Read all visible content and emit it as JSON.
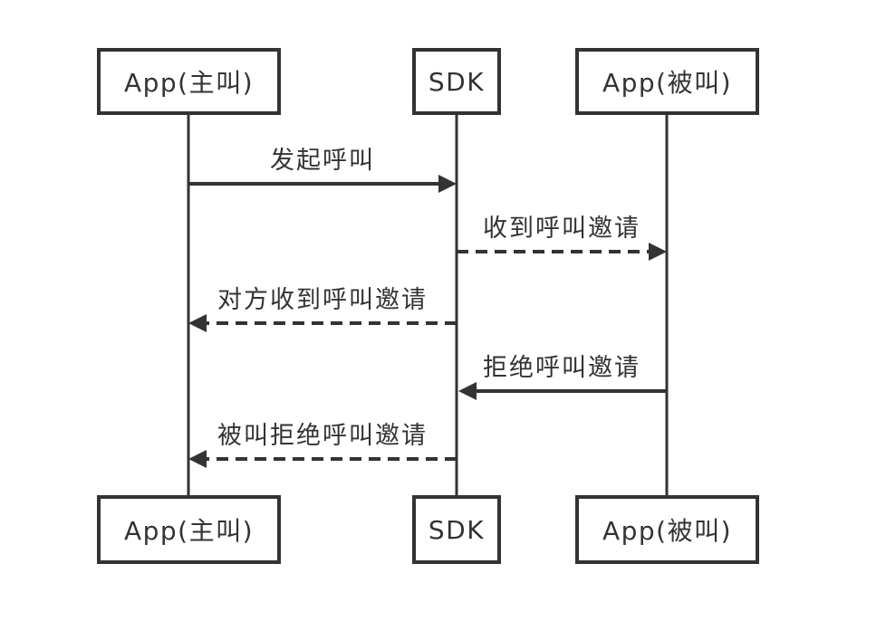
{
  "diagram": {
    "type": "sequence-diagram",
    "background": "#ffffff",
    "line_color": "#333333",
    "participants": [
      {
        "id": "caller",
        "label": "App(主叫)"
      },
      {
        "id": "sdk",
        "label": "SDK"
      },
      {
        "id": "callee",
        "label": "App(被叫)"
      }
    ],
    "messages": [
      {
        "label": "发起呼叫",
        "from": "caller",
        "to": "sdk",
        "line": "solid"
      },
      {
        "label": "收到呼叫邀请",
        "from": "sdk",
        "to": "callee",
        "line": "dashed"
      },
      {
        "label": "对方收到呼叫邀请",
        "from": "sdk",
        "to": "caller",
        "line": "dashed"
      },
      {
        "label": "拒绝呼叫邀请",
        "from": "callee",
        "to": "sdk",
        "line": "solid"
      },
      {
        "label": "被叫拒绝呼叫邀请",
        "from": "sdk",
        "to": "caller",
        "line": "dashed"
      }
    ]
  }
}
